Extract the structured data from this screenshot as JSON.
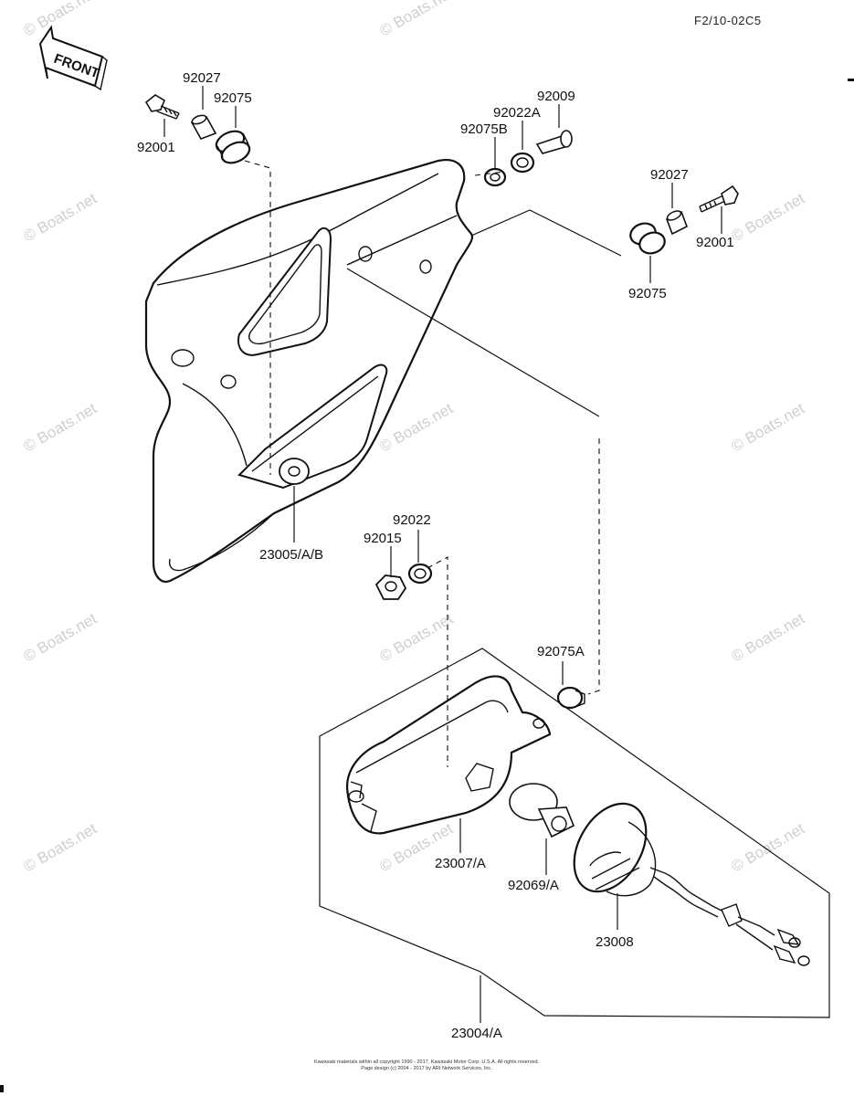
{
  "diagram_code": "F2/10-02C5",
  "front_label": "FRONT",
  "watermark": "© Boats.net",
  "parts": [
    {
      "id": "p1",
      "number": "92027"
    },
    {
      "id": "p2",
      "number": "92075"
    },
    {
      "id": "p3",
      "number": "92001"
    },
    {
      "id": "p4",
      "number": "92009"
    },
    {
      "id": "p5",
      "number": "92022A"
    },
    {
      "id": "p6",
      "number": "92075B"
    },
    {
      "id": "p7",
      "number": "92027"
    },
    {
      "id": "p8",
      "number": "92001"
    },
    {
      "id": "p9",
      "number": "92075"
    },
    {
      "id": "p10",
      "number": "23005/A/B"
    },
    {
      "id": "p11",
      "number": "92022"
    },
    {
      "id": "p12",
      "number": "92015"
    },
    {
      "id": "p13",
      "number": "92075A"
    },
    {
      "id": "p14",
      "number": "23007/A"
    },
    {
      "id": "p15",
      "number": "92069/A"
    },
    {
      "id": "p16",
      "number": "23008"
    },
    {
      "id": "p17",
      "number": "23004/A"
    }
  ],
  "footer": {
    "line1": "Kawasaki materials within all copyright 1990 - 2017, Kawasaki Motor Corp. U.S.A.  All rights reserved.",
    "line2": "Page design (c) 2004 - 2017 by ARI Network Services, Inc."
  }
}
